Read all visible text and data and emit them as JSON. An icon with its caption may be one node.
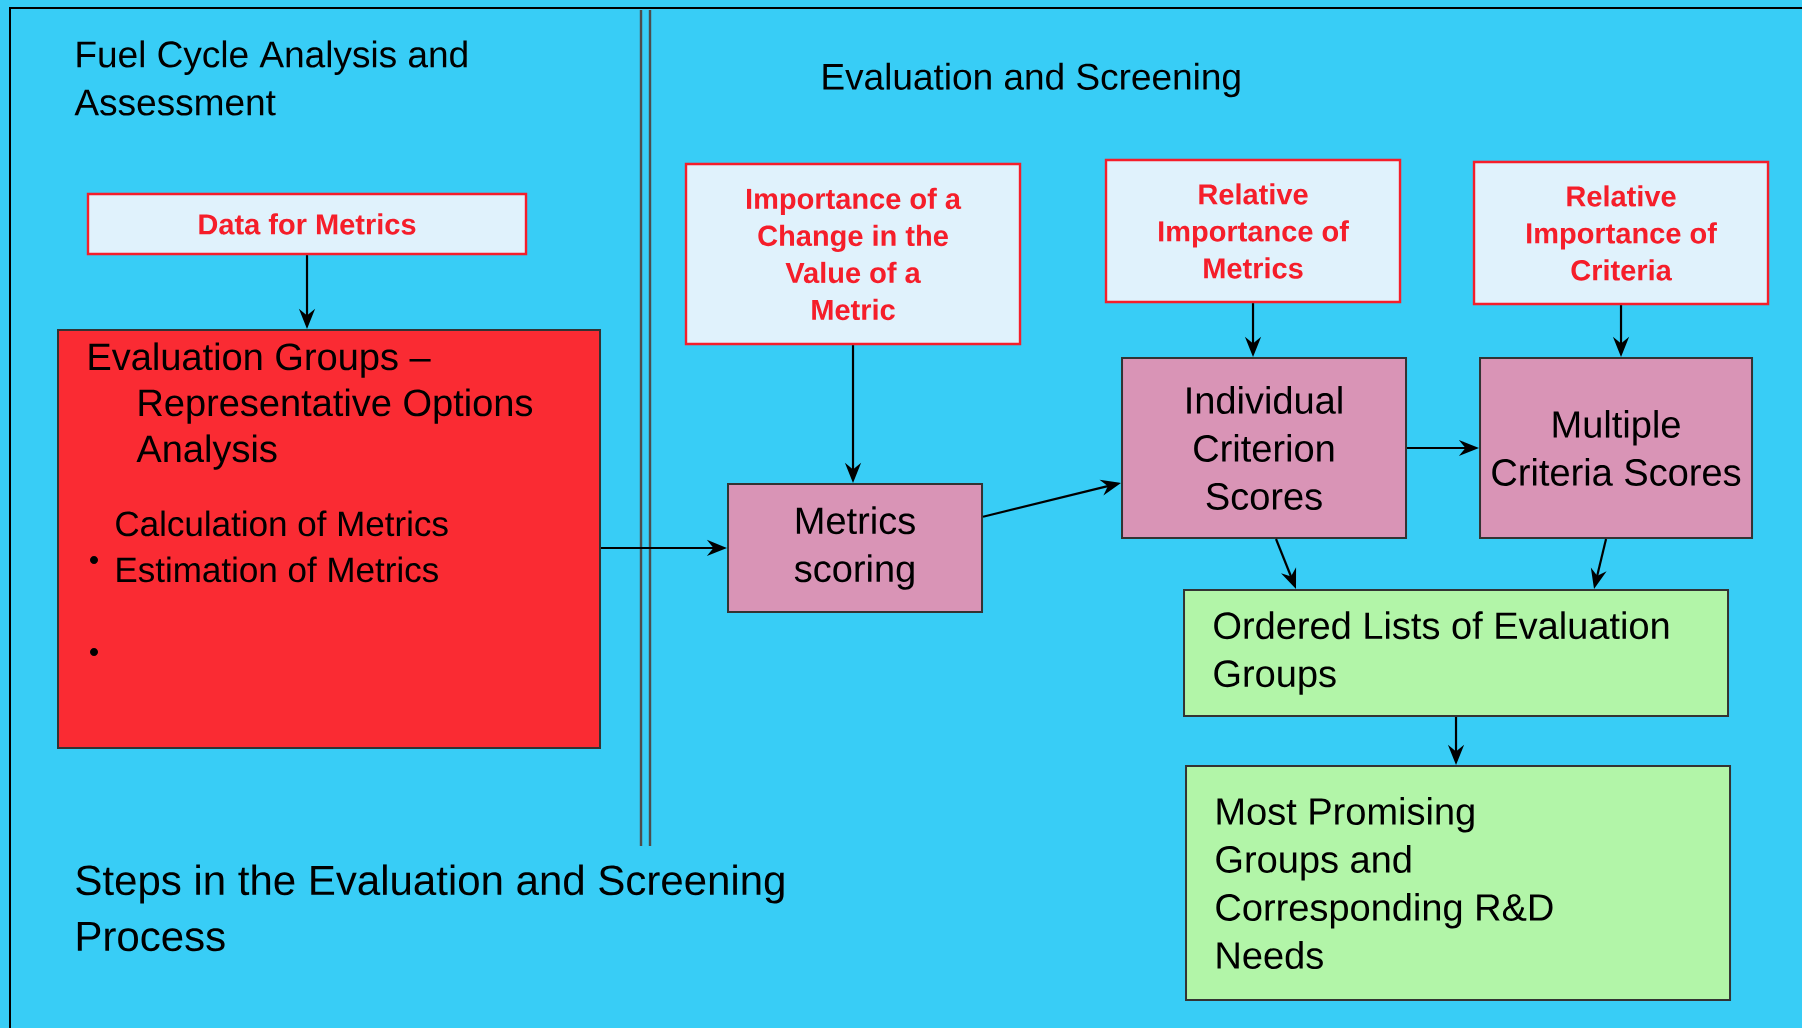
{
  "diagram": {
    "caption": "Steps in the Evaluation and Screening Process",
    "nodes": [
      {
        "text": [
          "Data for Metrics"
        ]
      },
      {
        "text": [
          "Evaluation Groups – Representative Options Analysis",
          "Calculation of Metrics",
          "Estimation of Metrics"
        ]
      },
      {
        "text": [
          "Importance of a Change in the Value of a Metric"
        ]
      },
      {
        "text": [
          "Metrics scoring"
        ]
      },
      {
        "text": [
          "Relative Importance of Metrics"
        ]
      },
      {
        "text": [
          "Individual Criterion Scores"
        ]
      },
      {
        "text": [
          "Relative Importance of Criteria"
        ]
      },
      {
        "text": [
          "Multiple Criteria Scores"
        ]
      },
      {
        "text": [
          "Ordered Lists of Evaluation Groups"
        ]
      },
      {
        "text": [
          "Most Promising Groups and Corresponding R&D Needs"
        ]
      }
    ],
    "edges": [
      {
        "from": 0,
        "to": 1,
        "arrow": "to"
      },
      {
        "from": 1,
        "to": 3,
        "arrow": "to"
      },
      {
        "from": 2,
        "to": 3,
        "arrow": "to"
      },
      {
        "from": 3,
        "to": 5,
        "arrow": "to"
      },
      {
        "from": 4,
        "to": 5,
        "arrow": "to"
      },
      {
        "from": 5,
        "to": 7,
        "arrow": "to"
      },
      {
        "from": 6,
        "to": 7,
        "arrow": "to"
      },
      {
        "from": 5,
        "to": 8,
        "arrow": "to"
      },
      {
        "from": 7,
        "to": 8,
        "arrow": "to"
      },
      {
        "from": 8,
        "to": 9,
        "arrow": "to"
      }
    ],
    "labels": [
      "Fuel Cycle Analysis and Assessment",
      "Evaluation and Screening"
    ]
  }
}
